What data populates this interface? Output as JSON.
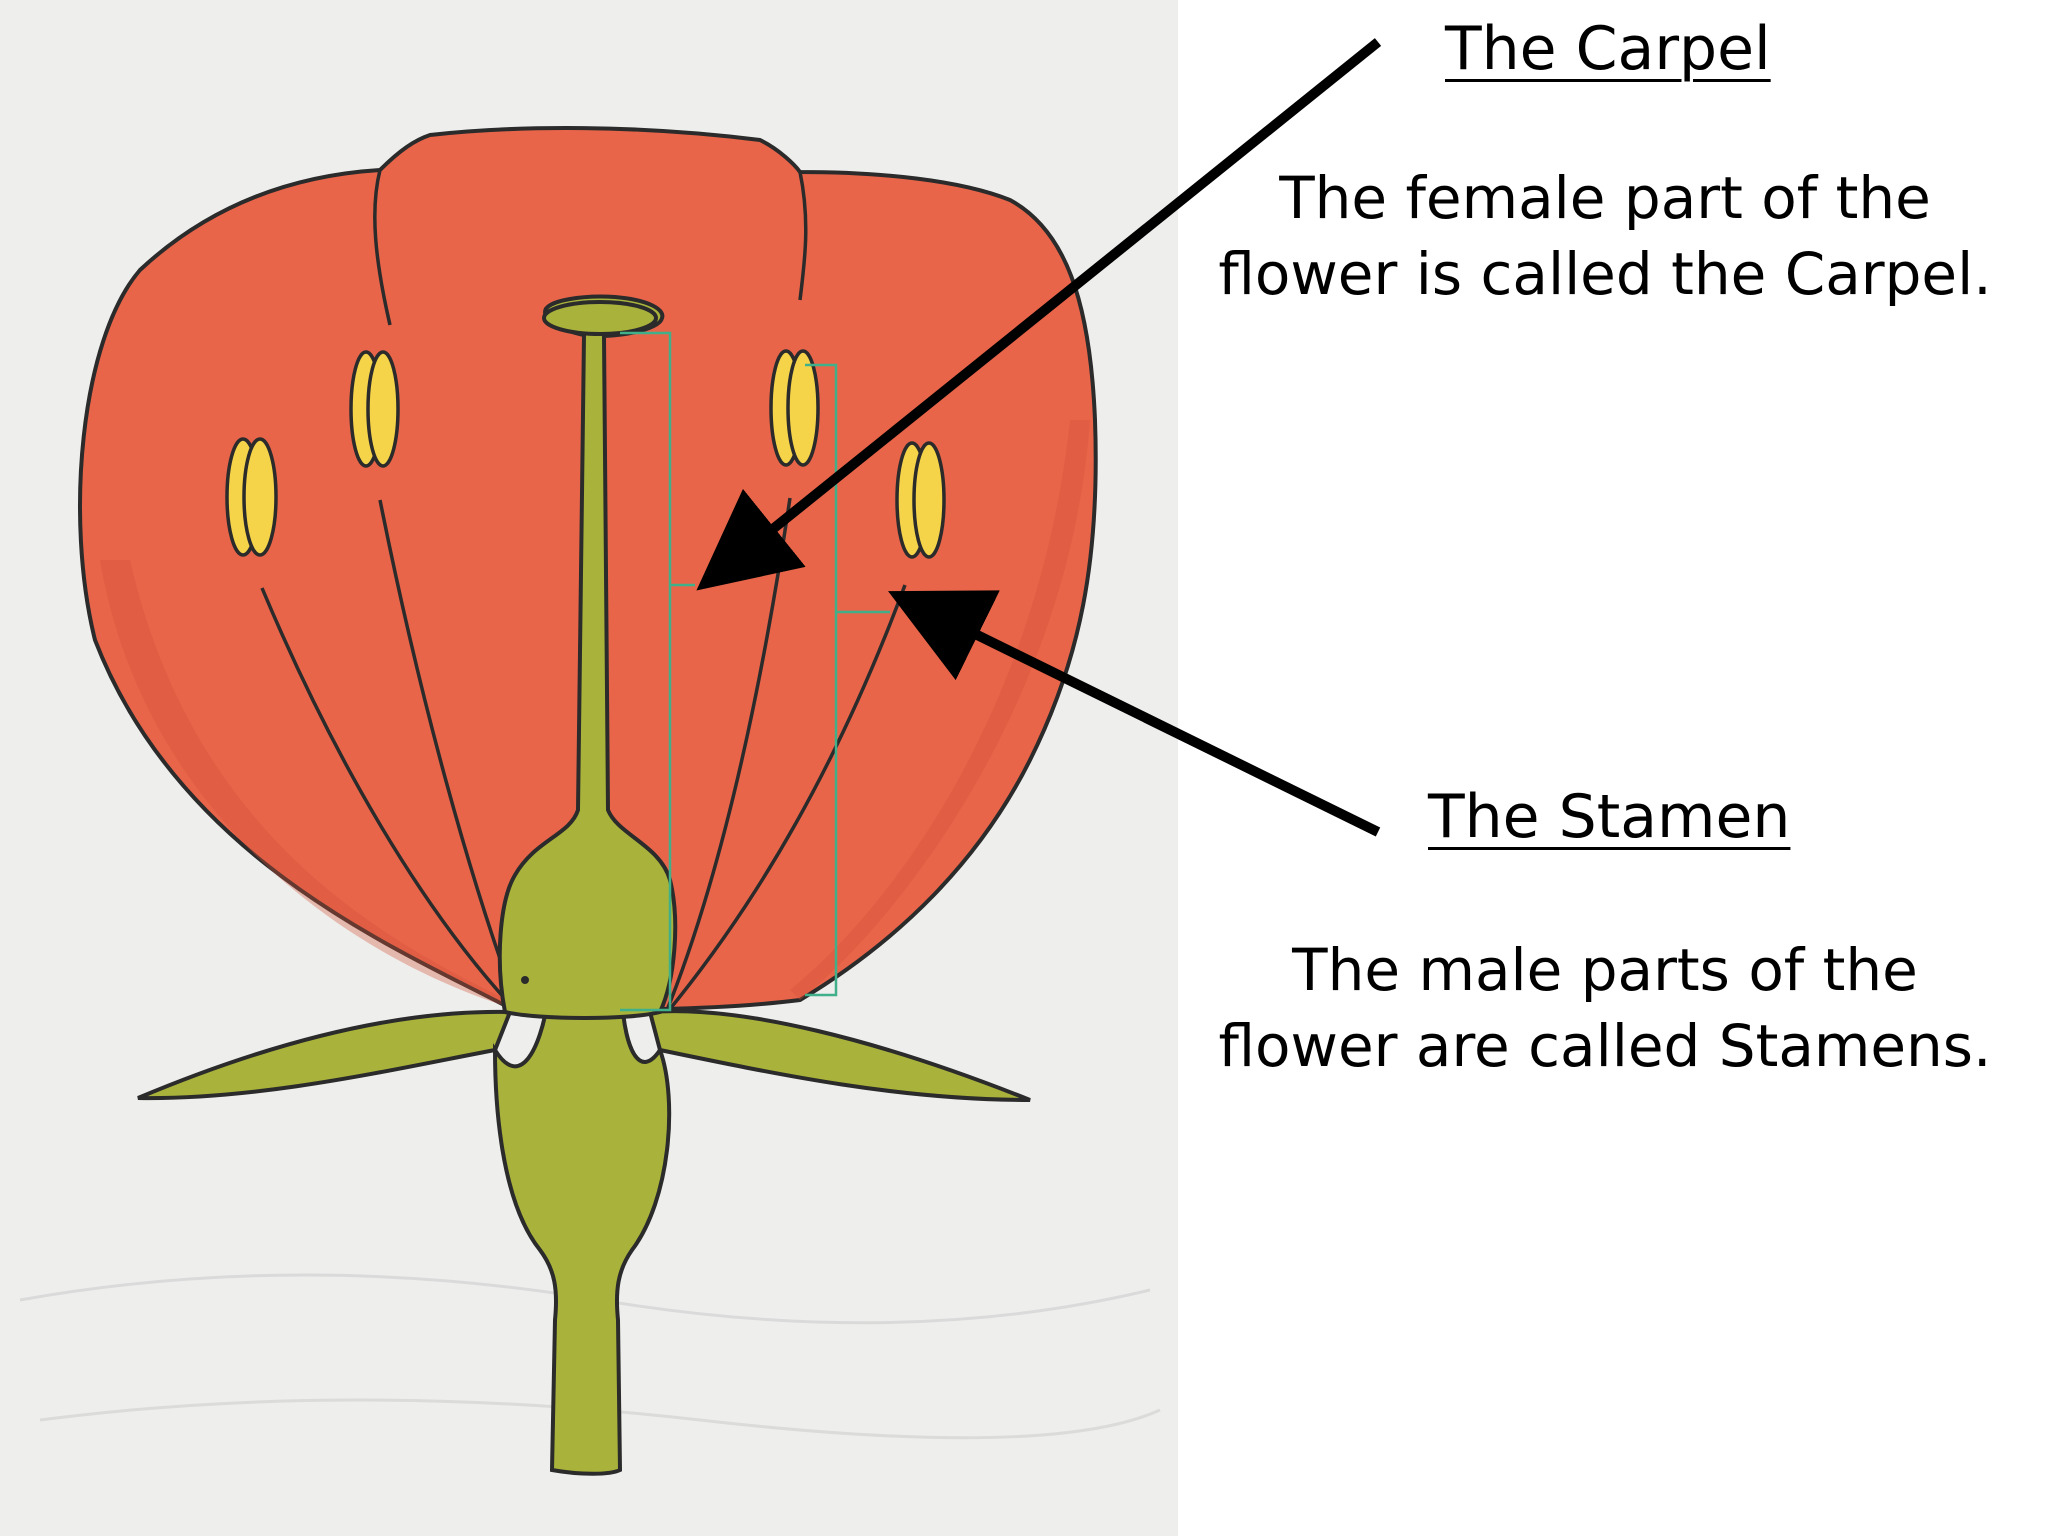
{
  "labels": {
    "carpel": {
      "heading": "The Carpel",
      "description": "The female part of the\nflower is called the Carpel."
    },
    "stamen": {
      "heading": "The Stamen",
      "description": "The male parts of the\nflower are called Stamens."
    }
  },
  "colors": {
    "petal": "#e8654a",
    "sepal_stem": "#a9b33b",
    "anther": "#f5d44a",
    "outline": "#2b2b2b",
    "bracket": "#3fb08a",
    "arrow": "#000000",
    "background": "#eeeeed"
  }
}
